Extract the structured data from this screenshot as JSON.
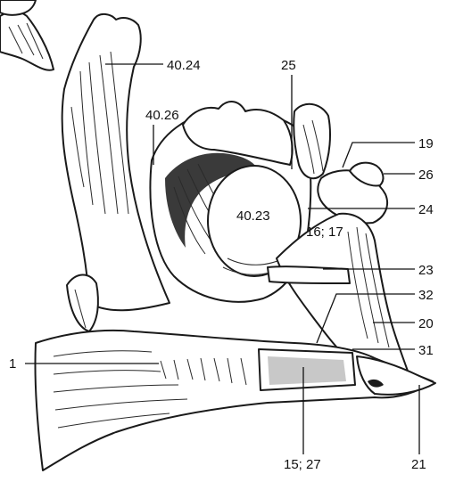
{
  "labels": {
    "l_40_24": "40.24",
    "l_40_26": "40.26",
    "l_25": "25",
    "l_19": "19",
    "l_26": "26",
    "l_24": "24",
    "l_40_23": "40.23",
    "l_16_17": "16; 17",
    "l_23": "23",
    "l_32": "32",
    "l_20": "20",
    "l_31": "31",
    "l_1": "1",
    "l_15_27": "15; 27",
    "l_21": "21"
  },
  "colors": {
    "ink": "#111111",
    "paper": "#ffffff"
  }
}
